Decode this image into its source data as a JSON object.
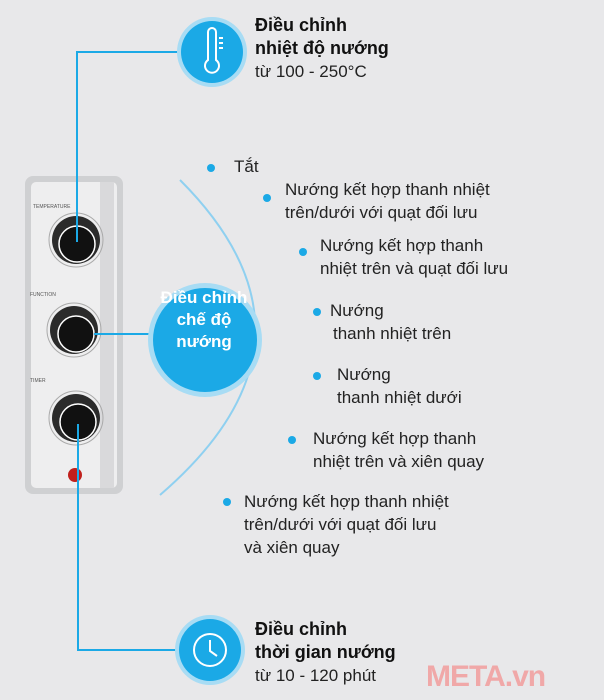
{
  "temperature": {
    "title_line1": "Điều chỉnh",
    "title_line2": "nhiệt độ nướng",
    "range": "từ 100 - 250°C",
    "icon": "thermometer-icon"
  },
  "function": {
    "line1": "Điều chỉnh",
    "line2": "chế độ",
    "line3": "nướng",
    "modes": [
      {
        "lines": [
          "Tắt"
        ]
      },
      {
        "lines": [
          "Nướng kết hợp thanh nhiệt",
          "trên/dưới với quạt đối lưu"
        ]
      },
      {
        "lines": [
          "Nướng kết hợp thanh",
          "nhiệt trên và quạt đối lưu"
        ]
      },
      {
        "lines": [
          "Nướng",
          "thanh nhiệt trên"
        ]
      },
      {
        "lines": [
          "Nướng",
          "thanh nhiệt dưới"
        ]
      },
      {
        "lines": [
          "Nướng kết hợp thanh",
          "nhiệt trên và xiên quay"
        ]
      },
      {
        "lines": [
          "Nướng kết hợp thanh nhiệt",
          "trên/dưới với quạt đối lưu",
          "và xiên quay"
        ]
      }
    ]
  },
  "timer": {
    "title_line1": "Điều chỉnh",
    "title_line2": "thời gian nướng",
    "range": "từ 10 - 120 phút",
    "icon": "clock-icon"
  },
  "panel": {
    "temperature_label": "TEMPERATURE",
    "function_label": "FUNCTION",
    "timer_label": "TIMER"
  },
  "watermark": "META.vn",
  "colors": {
    "accent": "#1ba9e6",
    "background": "#e8e8ea",
    "watermark": "#f0a8a8"
  }
}
